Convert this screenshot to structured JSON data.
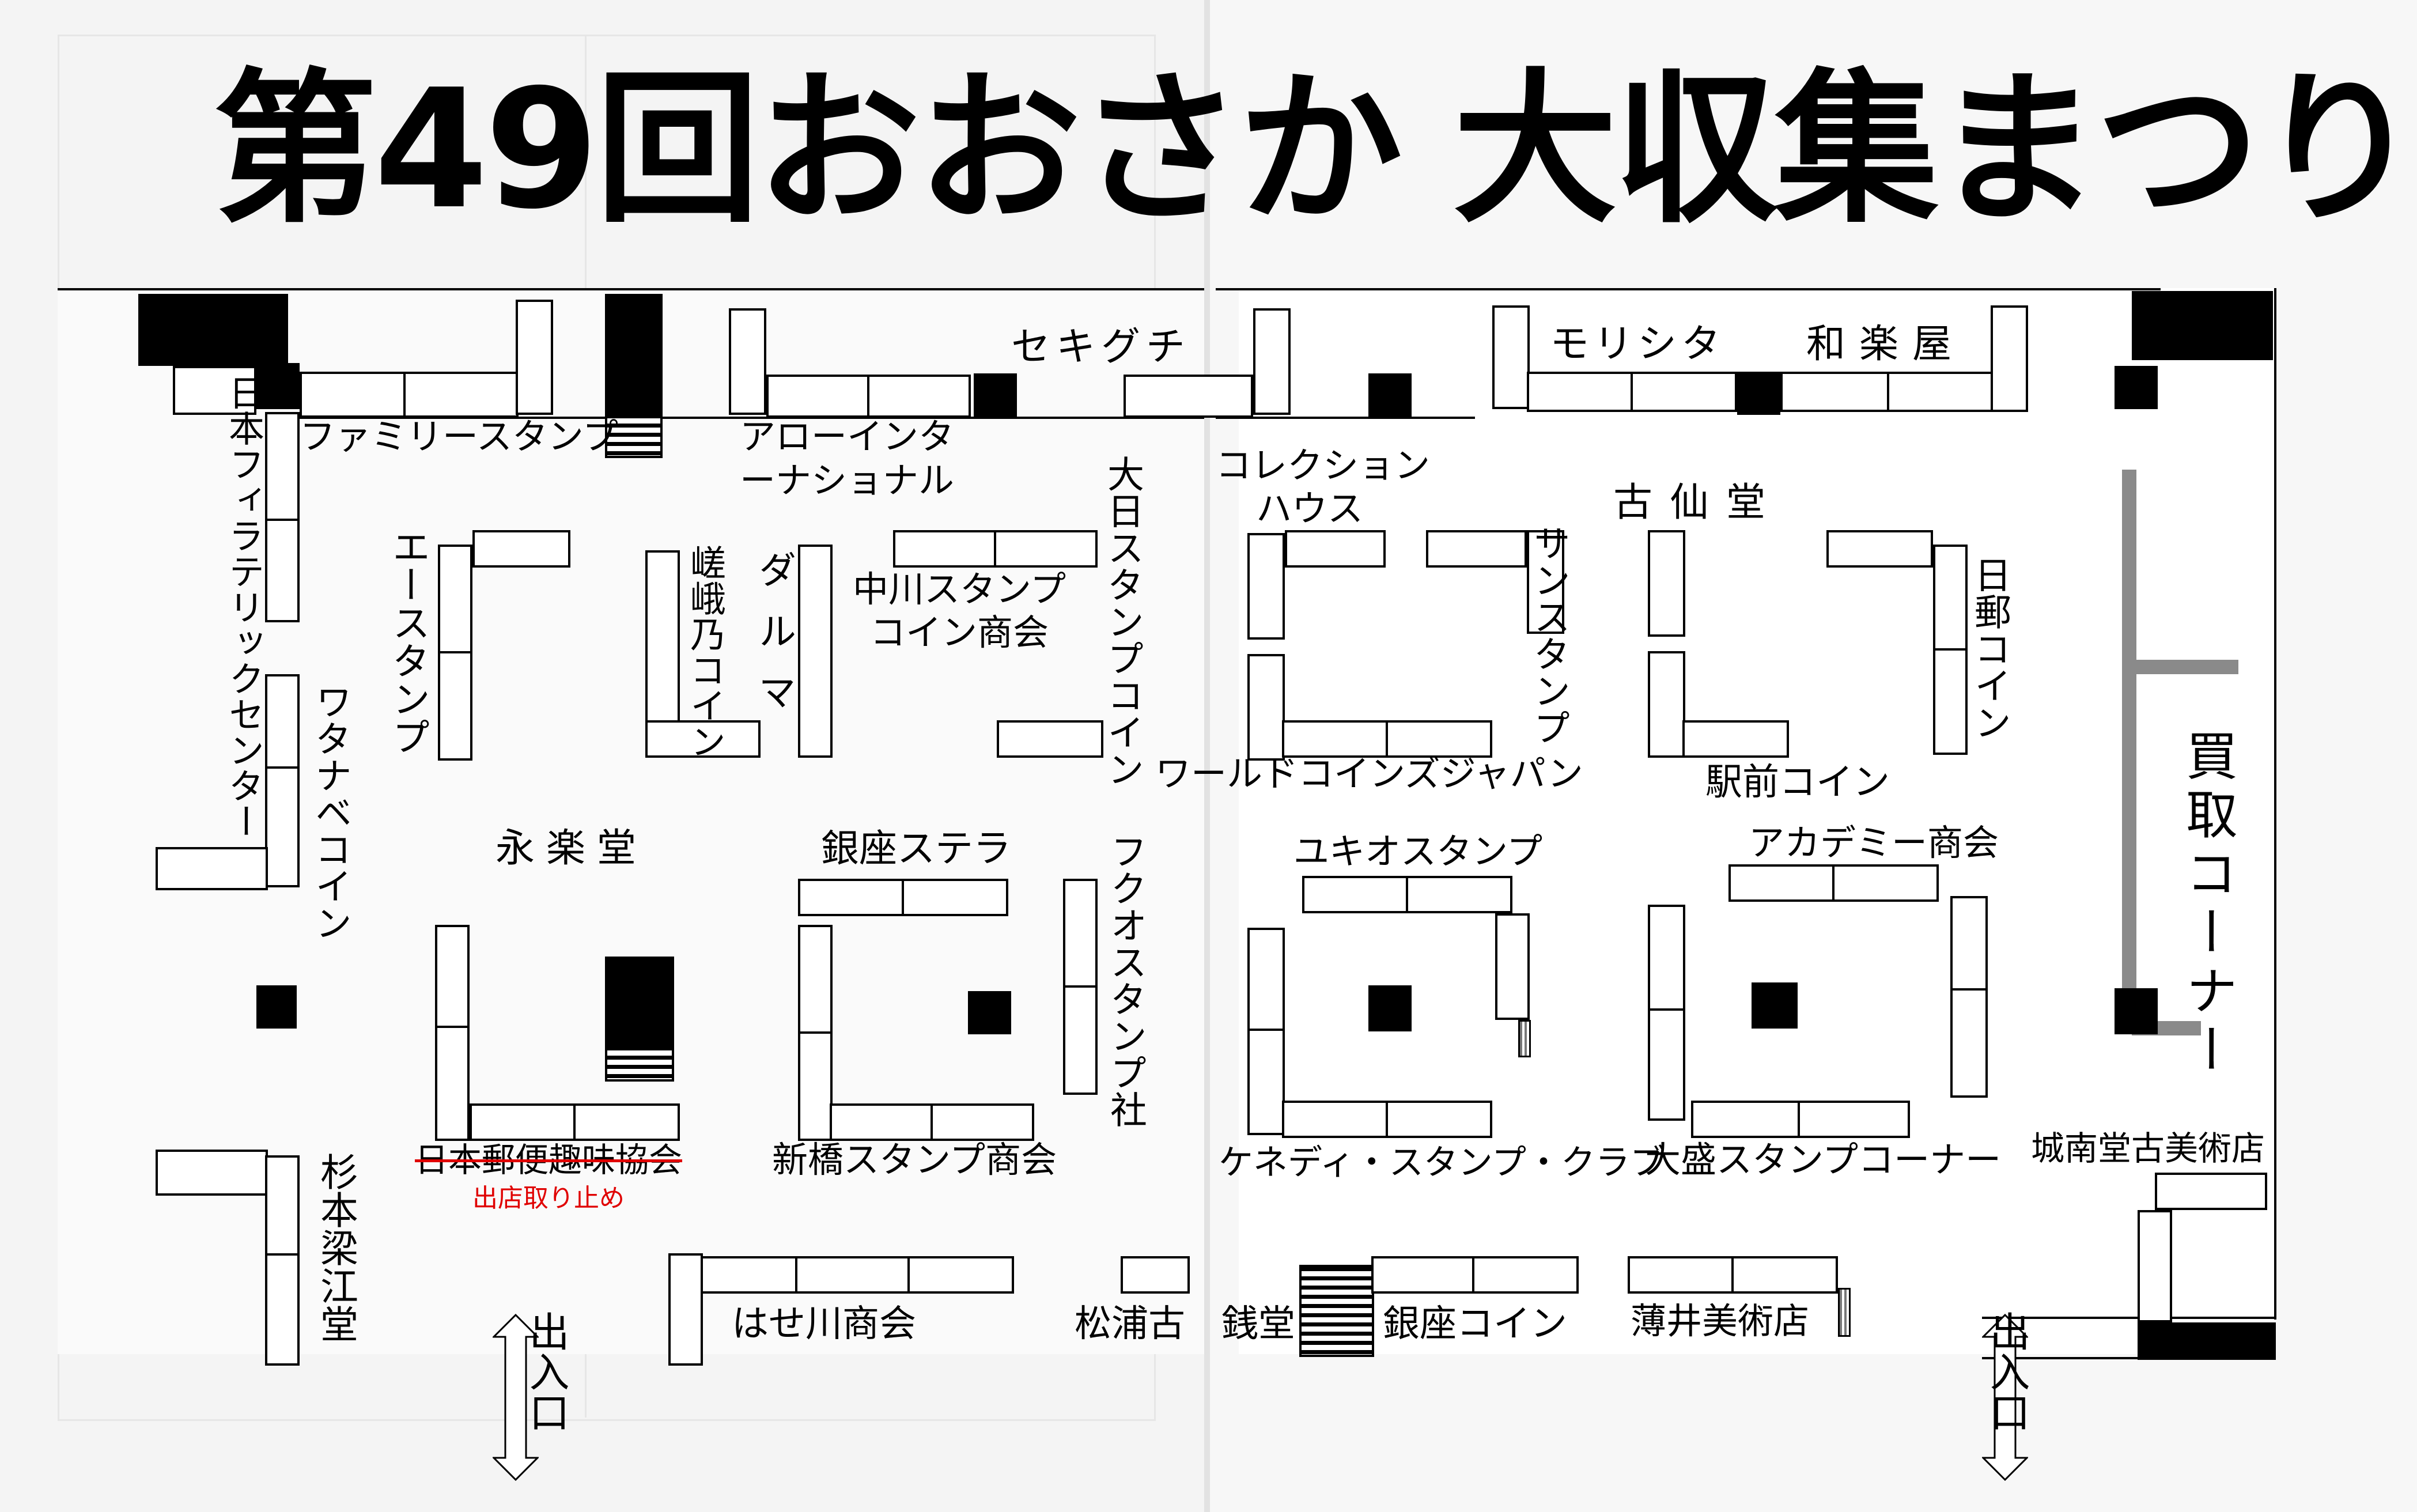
{
  "title": "第49回おおさか 大収集まつり",
  "booths": {
    "nihon_philatelic": "日本フィラテリックセンター",
    "family_stamp": "ファミリースタンプ",
    "arrow_international": "アローインターナショナル",
    "sekiguchi": "セキグチ",
    "morishita": "モリシタ",
    "warakuya": "和楽屋",
    "ace_stamp": "エースタンプ",
    "saga_coin": "嵯峨乃コイン",
    "daruma": "ダルマ",
    "nakagawa_1": "中川スタンプ",
    "nakagawa_2": "コイン商会",
    "dainichi": "大日スタンプコイン",
    "collection_house_1": "コレクション",
    "collection_house_2": "ハウス",
    "sun_stamp": "サンスタンプ",
    "kosendo": "古仙堂",
    "nichiyu_coin": "日郵コイン",
    "watanabe_coin": "ワタナベコイン",
    "world_coins_japan": "ワールドコインズジャパン",
    "ekimae_coin": "駅前コイン",
    "eirakudo": "永楽堂",
    "ginza_stella": "銀座ステラ",
    "fukuo_stamp": "フクオスタンプ社",
    "yukio_stamp": "ユキオスタンプ",
    "academy": "アカデミー商会",
    "kaitori_corner": "買取コーナー",
    "nihon_yubin": "日本郵便趣味協会",
    "nihon_yubin_note": "出店取り止め",
    "shinbashi": "新橋スタンプ商会",
    "kennedy": "ケネディ・スタンプ・クラブ",
    "oomori": "大盛スタンプコーナー",
    "jonando": "城南堂古美術店",
    "sugimoto": "杉本梁江堂",
    "hasegawa": "はせ川商会",
    "matsuura": "松浦古",
    "sendo": "銭堂",
    "ginza_coin": "銀座コイン",
    "usui": "薄井美術店"
  },
  "exits": {
    "label": "出入口"
  },
  "colors": {
    "booth": "#ffffff",
    "outline": "#000000",
    "note": "#e00000",
    "corner": "#8a8a8a"
  }
}
